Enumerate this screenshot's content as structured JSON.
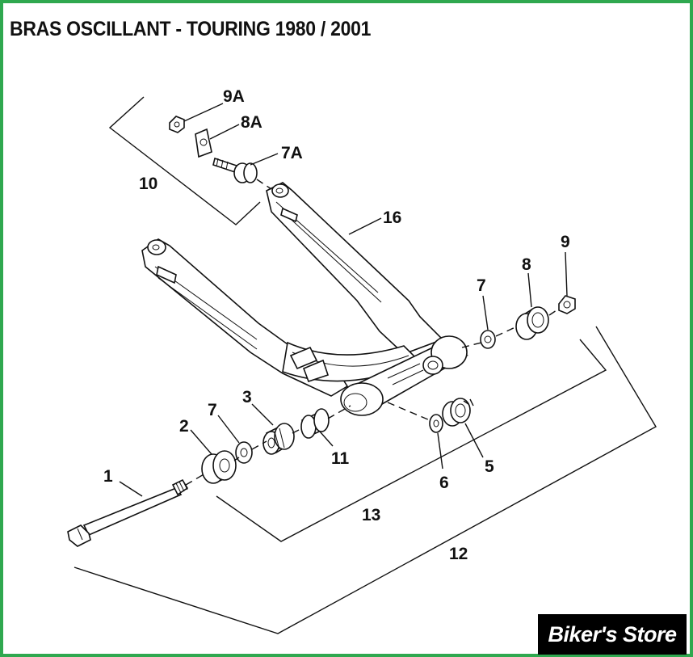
{
  "title": "BRAS OSCILLANT - TOURING 1980 / 2001",
  "callouts": {
    "c1": "1",
    "c2": "2",
    "c3": "3",
    "c5": "5",
    "c6": "6",
    "c7a": "7",
    "c7b": "7",
    "c7A": "7A",
    "c8": "8",
    "c8A": "8A",
    "c9": "9",
    "c9A": "9A",
    "c10": "10",
    "c11": "11",
    "c12": "12",
    "c13": "13",
    "c16": "16"
  },
  "logo": "Biker's Store",
  "colors": {
    "border": "#2fa84f",
    "ink": "#111111",
    "logo_bg": "#000000"
  }
}
